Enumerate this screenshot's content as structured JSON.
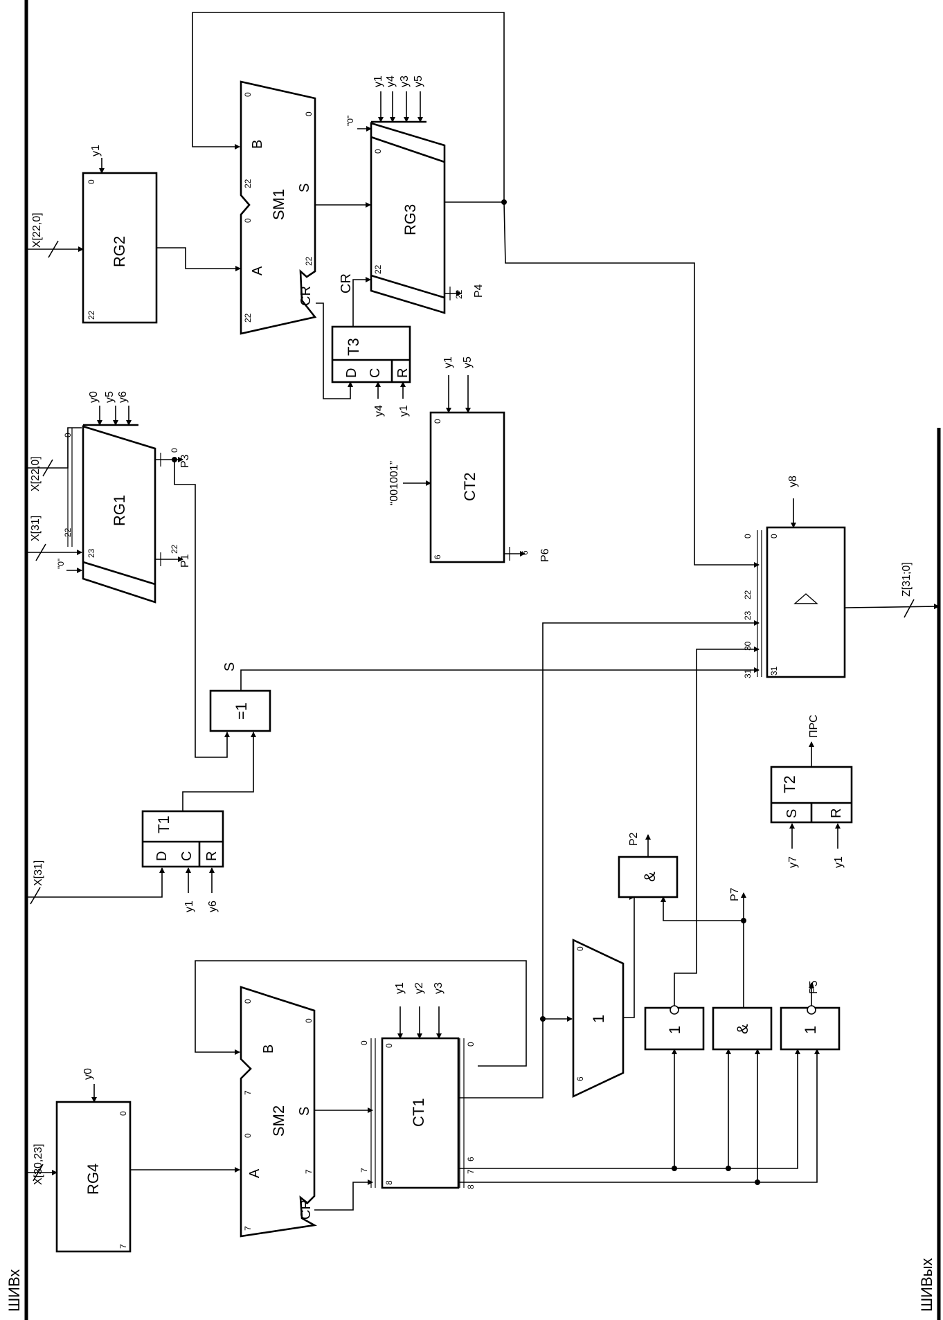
{
  "buses": {
    "input": "ШИВх",
    "output": "ШИВых"
  },
  "blocks": {
    "rg1": "RG1",
    "rg2": "RG2",
    "rg3": "RG3",
    "rg4": "RG4",
    "sm1": "SM1",
    "sm2": "SM2",
    "ct1": "CT1",
    "ct2": "CT2",
    "t1": "T1",
    "t2": "T2",
    "t3": "T3",
    "xor": "=1",
    "or_mux": "1",
    "and_top": "&",
    "and_bot": "&",
    "or1": "1",
    "or2": "1"
  },
  "inputs": {
    "x22_0_a": "X[22,0]",
    "x22_0_b": "X[22,0]",
    "x31_a": "X[31]",
    "x31_b": "X[31]",
    "x30_23": "X[30,23]",
    "zero_a": "\"0\"",
    "zero_b": "\"0\"",
    "const": "“001001”",
    "z": "Z[31;0]"
  },
  "ports": {
    "A": "A",
    "B": "B",
    "S": "S",
    "CR": "CR",
    "D": "D",
    "C": "C",
    "R": "R",
    "p1": "P1",
    "p2": "P2",
    "p3": "P3",
    "p4": "P4",
    "p5": "P5",
    "p6": "P6",
    "p7": "P7",
    "s_out": "S",
    "prs": "ПРС"
  },
  "signals": {
    "y0": "y0",
    "y1": "y1",
    "y2": "y2",
    "y3": "y3",
    "y4": "y4",
    "y5": "y5",
    "y6": "y6",
    "y7": "y7",
    "y8": "y8"
  },
  "bits": {
    "b0": "0",
    "b6": "6",
    "b7": "7",
    "b8": "8",
    "b22": "22",
    "b23": "23",
    "b30": "30",
    "b31": "31"
  }
}
